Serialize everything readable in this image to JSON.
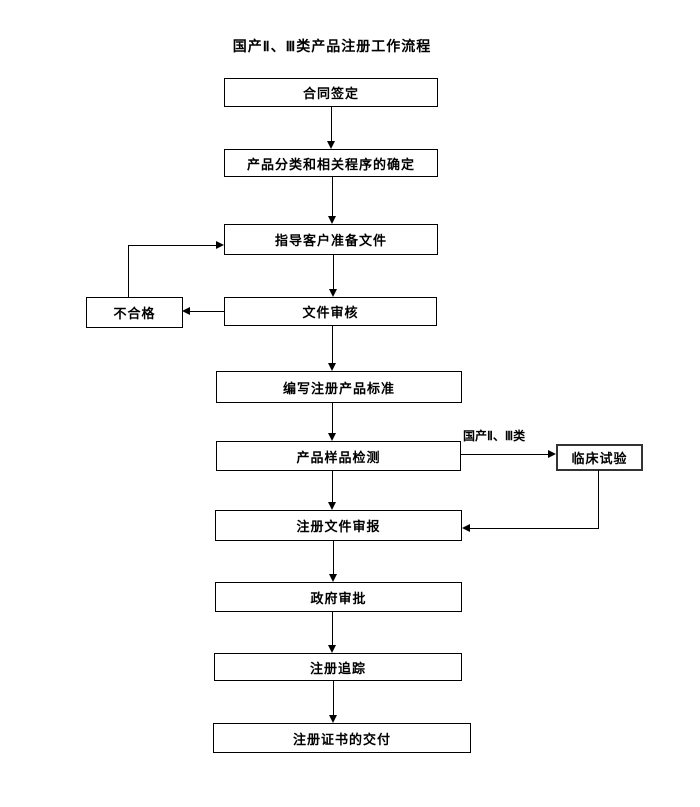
{
  "title": "国产Ⅱ、Ⅲ类产品注册工作流程",
  "nodes": {
    "contract": "合同签定",
    "classification": "产品分类和相关程序的确定",
    "guide": "指导客户准备文件",
    "review": "文件审核",
    "unqualified": "不合格",
    "standard": "编写注册产品标准",
    "sample_testing": "产品样品检测",
    "clinical_trial": "临床试验",
    "submission": "注册文件审报",
    "government_approval": "政府审批",
    "tracking": "注册追踪",
    "certificate_delivery": "注册证书的交付"
  },
  "edge_labels": {
    "clinical_branch": "国产Ⅱ、Ⅲ类"
  },
  "colors": {
    "background": "#ffffff",
    "line": "#000000",
    "text": "#000000"
  }
}
